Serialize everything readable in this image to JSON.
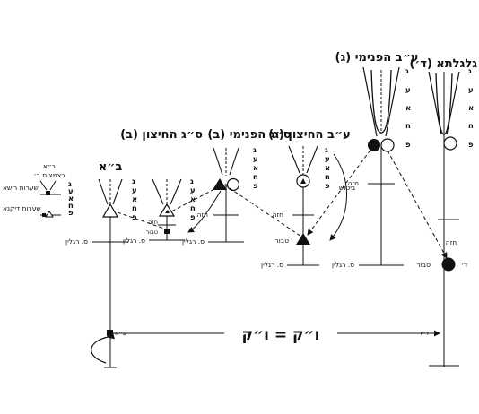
{
  "headers": {
    "galgalta": "גלגלתא (ד׳)",
    "ab_inner": "ע״ב הפנימי (ג)",
    "ab_outer": "ע״ב החיצון (ג)",
    "sag_inner": "ס״ג הפנימי (ב)",
    "sag_outer": "ס״ג החיצון (ב)",
    "ba": "ב״א",
    "ba_tzimtzum": "ב״א",
    "ba_tzimtzum2": "בצמצום ב׳"
  },
  "letters": {
    "galgalta": [
      "ג",
      "ע",
      "א",
      "ח",
      "פ"
    ],
    "ab_inner": [
      "ג",
      "ע",
      "א",
      "ח",
      "פ"
    ],
    "ab_outer": [
      "ג",
      "ע",
      "א",
      "ח",
      "פ"
    ],
    "sag_inner": [
      "ג",
      "ע",
      "א",
      "ח",
      "פ"
    ],
    "sag_outer": [
      "ג",
      "ע",
      "א",
      "ח",
      "פ"
    ],
    "ba": [
      "ג",
      "ע",
      "א",
      "ח",
      "פ"
    ],
    "ba_tzimtzum": [
      "ג",
      "ע",
      "א",
      "ח",
      "פ"
    ]
  },
  "labels": {
    "chaze": "חזה",
    "tabur": "טבור",
    "tabur_d": "ד׳",
    "sium": "ס. רגלין",
    "bitush": "ביטוש",
    "sarot_risha": "שערות רישא",
    "sarot_dikna": "שערות דיקנא",
    "dalet_bottom": "ד״ו",
    "ba_bottom": "ב״א"
  },
  "equation": "ו״ק = ו״ק",
  "colors": {
    "ink": "#111111",
    "background": "#ffffff"
  }
}
